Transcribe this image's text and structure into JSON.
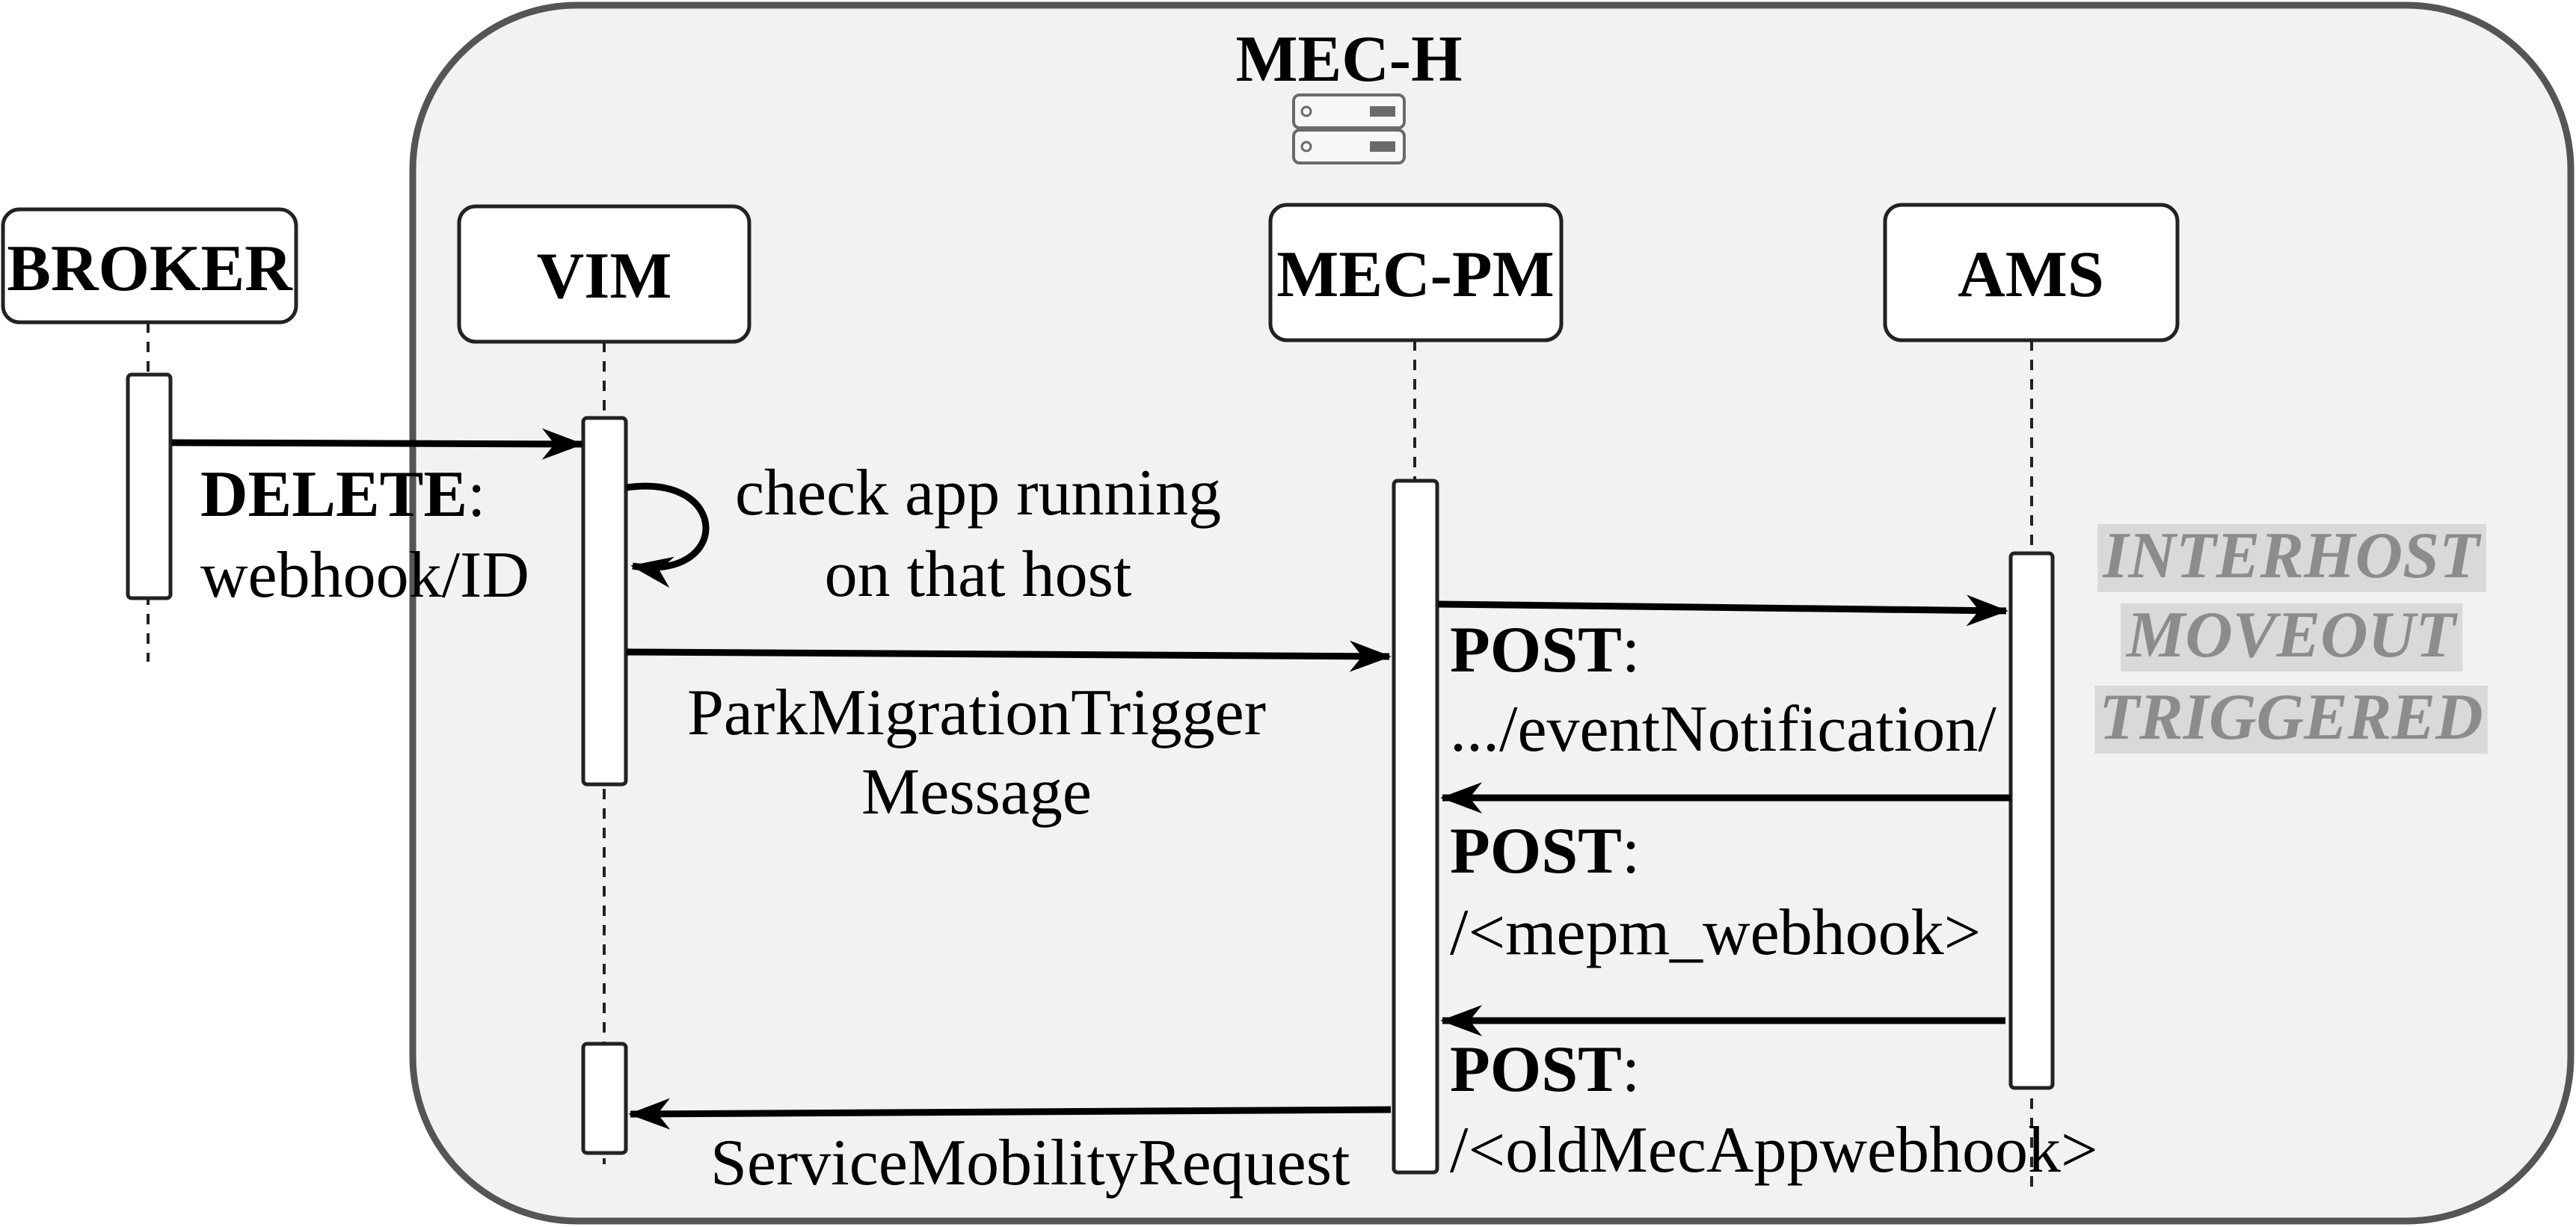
{
  "host": {
    "title": "MEC-H",
    "icon": "server-icon"
  },
  "participants": {
    "broker": "BROKER",
    "vim": "VIM",
    "mec_pm": "MEC-PM",
    "ams": "AMS"
  },
  "messages": {
    "delete_webhook": {
      "method": "DELETE",
      "separator": ":",
      "path": "webhook/ID"
    },
    "check_app": {
      "line1": "check app running",
      "line2": "on that host"
    },
    "park_migration": {
      "line1": "ParkMigrationTrigger",
      "line2": "Message"
    },
    "event_notification": {
      "method": "POST",
      "separator": ":",
      "path": ".../eventNotification/"
    },
    "mepm_webhook": {
      "method": "POST",
      "separator": ":",
      "path": "/<mepm_webhook>"
    },
    "old_mec_app_webhook": {
      "method": "POST",
      "separator": ":",
      "path": "/<oldMecAppwebhook>"
    },
    "service_mobility": {
      "label": "ServiceMobilityRequest"
    }
  },
  "annotation": {
    "line1": "INTERHOST",
    "line2": "MOVEOUT",
    "line3": "TRIGGERED"
  },
  "colors": {
    "container_fill": "#f2f2f2",
    "container_border": "#555555",
    "annotation_text": "#8c8c8c",
    "annotation_bg": "#d9d9d9"
  }
}
